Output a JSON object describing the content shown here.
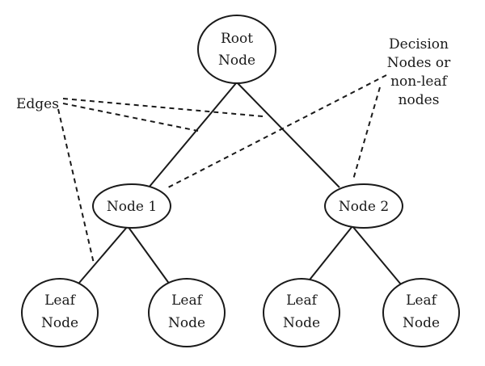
{
  "diagram": {
    "nodes": {
      "root": {
        "line1": "Root",
        "line2": "Node"
      },
      "node1": {
        "label": "Node 1"
      },
      "node2": {
        "label": "Node 2"
      },
      "leaf1": {
        "line1": "Leaf",
        "line2": "Node"
      },
      "leaf2": {
        "line1": "Leaf",
        "line2": "Node"
      },
      "leaf3": {
        "line1": "Leaf",
        "line2": "Node"
      },
      "leaf4": {
        "line1": "Leaf",
        "line2": "Node"
      }
    },
    "annotations": {
      "edges_label": "Edges",
      "decision_line1": "Decision",
      "decision_line2": "Nodes or",
      "decision_line3": "non-leaf",
      "decision_line4": "nodes"
    }
  }
}
